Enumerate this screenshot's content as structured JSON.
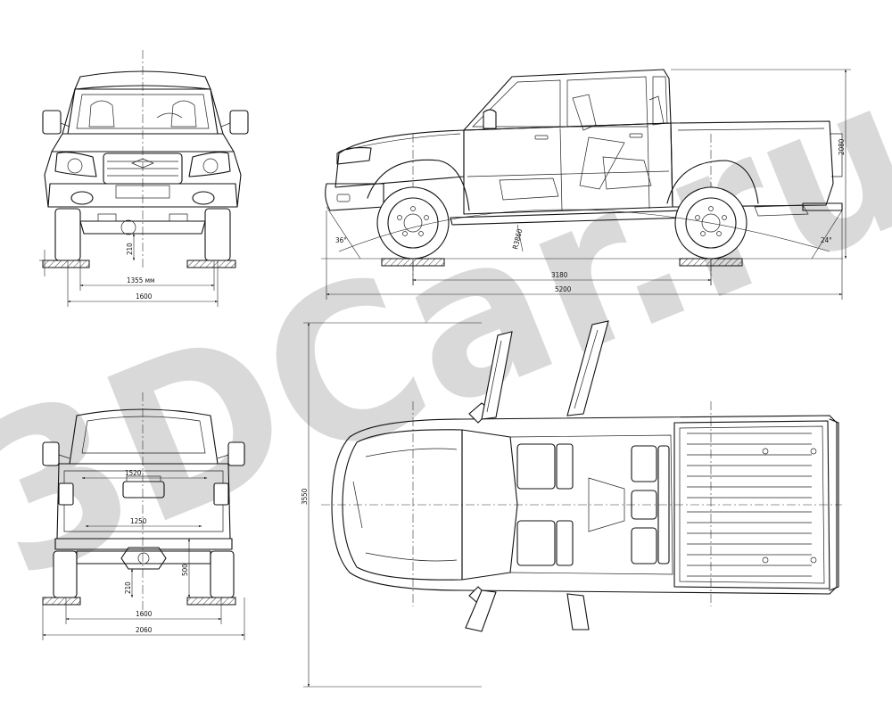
{
  "watermark": {
    "text": "3DCar.ru",
    "color": "#d2d2d2"
  },
  "colors": {
    "line": "#111111",
    "background": "#ffffff"
  },
  "front_view": {
    "dim_track_label": "1355 мм",
    "dim_width_label": "1600",
    "dim_clearance_label": "210"
  },
  "side_view": {
    "dim_wheelbase_label": "3180",
    "dim_length_label": "5200",
    "dim_height_label": "2080",
    "dim_approach_angle_label": "36°",
    "dim_departure_angle_label": "24°",
    "dim_ramp_label": "R3860"
  },
  "rear_view": {
    "dim_bed_width_label": "1520",
    "dim_bed_inner_label": "1250",
    "dim_track_label": "1600",
    "dim_overall_width_label": "2060",
    "dim_clearance_label": "210",
    "dim_bed_height_label": "500"
  },
  "top_view": {
    "dim_mirror_width_label": "3550"
  }
}
